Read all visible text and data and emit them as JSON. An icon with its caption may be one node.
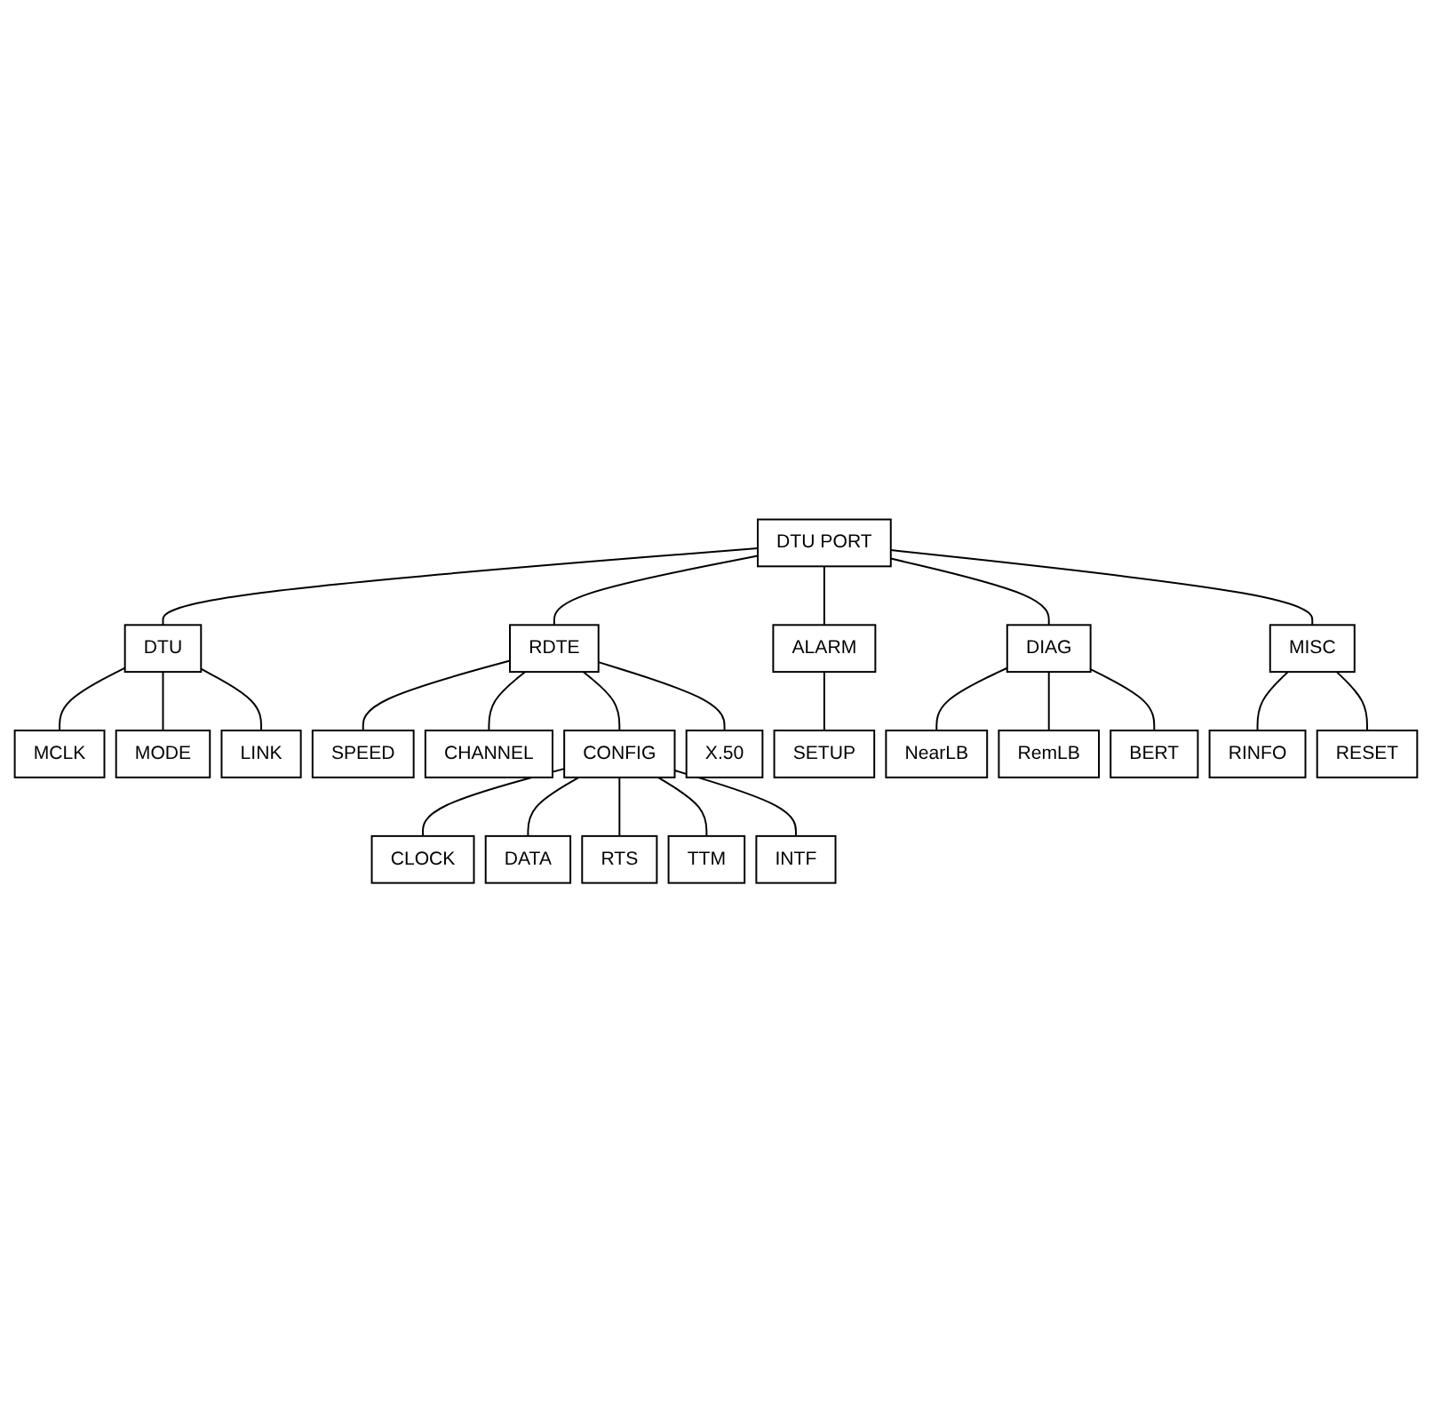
{
  "diagram": {
    "nodes": [
      {
        "text": [
          "DTU PORT"
        ]
      },
      {
        "text": [
          "DTU"
        ]
      },
      {
        "text": [
          "MCLK"
        ]
      },
      {
        "text": [
          "MODE"
        ]
      },
      {
        "text": [
          "LINK"
        ]
      },
      {
        "text": [
          "RDTE"
        ]
      },
      {
        "text": [
          "SPEED"
        ]
      },
      {
        "text": [
          "CHANNEL"
        ]
      },
      {
        "text": [
          "CONFIG"
        ]
      },
      {
        "text": [
          "CLOCK"
        ]
      },
      {
        "text": [
          "DATA"
        ]
      },
      {
        "text": [
          "RTS"
        ]
      },
      {
        "text": [
          "TTM"
        ]
      },
      {
        "text": [
          "INTF"
        ]
      },
      {
        "text": [
          "X.50"
        ]
      },
      {
        "text": [
          "ALARM"
        ]
      },
      {
        "text": [
          "SETUP"
        ]
      },
      {
        "text": [
          "DIAG"
        ]
      },
      {
        "text": [
          "NearLB"
        ]
      },
      {
        "text": [
          "RemLB"
        ]
      },
      {
        "text": [
          "BERT"
        ]
      },
      {
        "text": [
          "MISC"
        ]
      },
      {
        "text": [
          "RINFO"
        ]
      },
      {
        "text": [
          "RESET"
        ]
      }
    ],
    "edges": [
      {
        "from": 0,
        "to": 1,
        "arrow": "none"
      },
      {
        "from": 0,
        "to": 5,
        "arrow": "none"
      },
      {
        "from": 0,
        "to": 15,
        "arrow": "none"
      },
      {
        "from": 0,
        "to": 17,
        "arrow": "none"
      },
      {
        "from": 0,
        "to": 21,
        "arrow": "none"
      },
      {
        "from": 1,
        "to": 2,
        "arrow": "none"
      },
      {
        "from": 1,
        "to": 3,
        "arrow": "none"
      },
      {
        "from": 1,
        "to": 4,
        "arrow": "none"
      },
      {
        "from": 5,
        "to": 6,
        "arrow": "none"
      },
      {
        "from": 5,
        "to": 7,
        "arrow": "none"
      },
      {
        "from": 5,
        "to": 8,
        "arrow": "none"
      },
      {
        "from": 8,
        "to": 9,
        "arrow": "none"
      },
      {
        "from": 8,
        "to": 10,
        "arrow": "none"
      },
      {
        "from": 8,
        "to": 11,
        "arrow": "none"
      },
      {
        "from": 8,
        "to": 12,
        "arrow": "none"
      },
      {
        "from": 8,
        "to": 13,
        "arrow": "none"
      },
      {
        "from": 5,
        "to": 14,
        "arrow": "none"
      },
      {
        "from": 15,
        "to": 16,
        "arrow": "none"
      },
      {
        "from": 17,
        "to": 18,
        "arrow": "none"
      },
      {
        "from": 17,
        "to": 19,
        "arrow": "none"
      },
      {
        "from": 17,
        "to": 20,
        "arrow": "none"
      },
      {
        "from": 21,
        "to": 22,
        "arrow": "none"
      },
      {
        "from": 21,
        "to": 23,
        "arrow": "none"
      }
    ]
  }
}
